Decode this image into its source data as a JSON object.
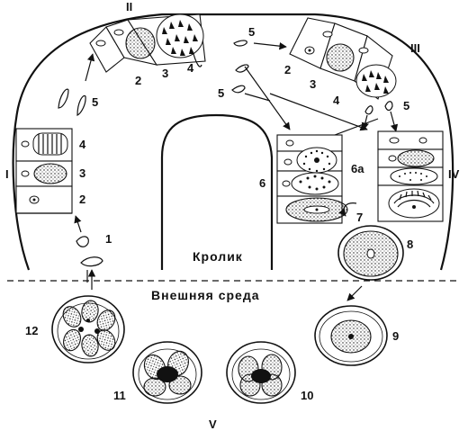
{
  "labels": {
    "host": "Кролик",
    "environment": "Внешняя среда"
  },
  "stages": {
    "I": "I",
    "II": "II",
    "III": "III",
    "IV": "IV",
    "V": "V"
  },
  "numbers": {
    "n1": "1",
    "n2": "2",
    "n3": "3",
    "n4": "4",
    "n5": "5",
    "n6": "6",
    "n6a": "6а",
    "n7": "7",
    "n8": "8",
    "n9": "9",
    "n10": "10",
    "n11": "11",
    "n12": "12"
  }
}
